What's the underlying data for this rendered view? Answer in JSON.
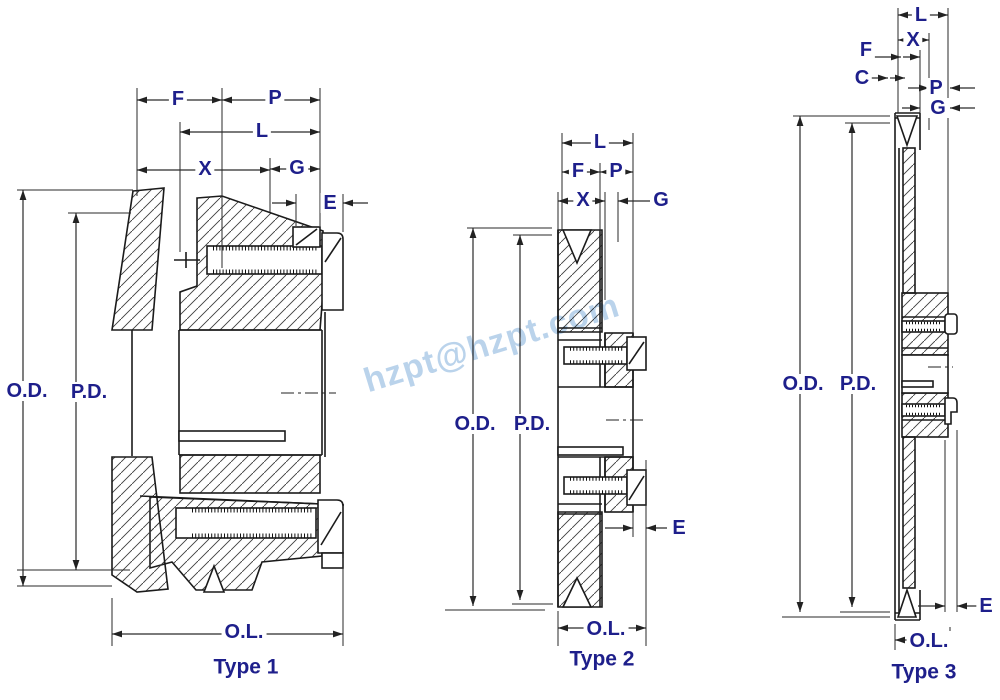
{
  "watermark": {
    "text": "hzpt@hzpt.com",
    "color": "#aecbe8",
    "angle_deg": -17
  },
  "colors": {
    "label_blue": "#1e1f8b",
    "line_dark": "#1b1b1b",
    "background": "#ffffff"
  },
  "views": [
    {
      "id": "type1",
      "caption": "Type 1",
      "dims": {
        "F": "F",
        "P": "P",
        "L": "L",
        "X": "X",
        "G": "G",
        "E": "E",
        "OD": "O.D.",
        "PD": "P.D.",
        "OL": "O.L."
      }
    },
    {
      "id": "type2",
      "caption": "Type 2",
      "dims": {
        "L": "L",
        "F": "F",
        "P": "P",
        "X": "X",
        "G": "G",
        "OD": "O.D.",
        "PD": "P.D.",
        "E": "E",
        "OL": "O.L."
      }
    },
    {
      "id": "type3",
      "caption": "Type 3",
      "dims": {
        "L": "L",
        "X": "X",
        "F": "F",
        "C": "C",
        "P": "P",
        "G": "G",
        "OD": "O.D.",
        "PD": "P.D.",
        "E": "E",
        "OL": "O.L."
      }
    }
  ]
}
